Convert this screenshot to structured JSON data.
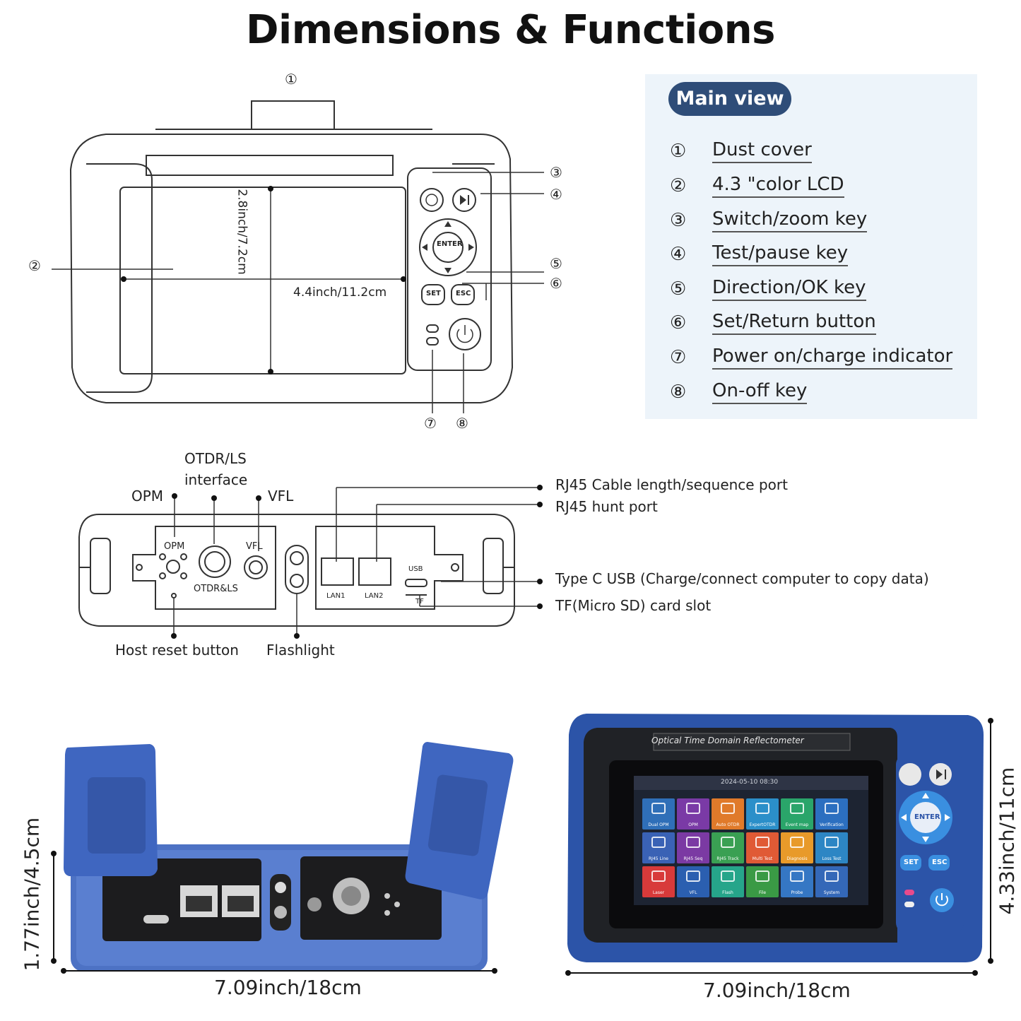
{
  "title": "Dimensions & Functions",
  "main_view": {
    "badge": "Main view",
    "items": [
      {
        "num": "①",
        "label": "Dust cover"
      },
      {
        "num": "②",
        "label": "4.3 \"color LCD"
      },
      {
        "num": "③",
        "label": "Switch/zoom key"
      },
      {
        "num": "④",
        "label": "Test/pause key"
      },
      {
        "num": "⑤",
        "label": "Direction/OK key"
      },
      {
        "num": "⑥",
        "label": "Set/Return button"
      },
      {
        "num": "⑦",
        "label": "Power on/charge indicator"
      },
      {
        "num": "⑧",
        "label": "On-off key"
      }
    ]
  },
  "front_diagram": {
    "callouts": [
      "①",
      "②",
      "③",
      "④",
      "⑤",
      "⑥",
      "⑦",
      "⑧"
    ],
    "height_dim": "2.8inch/7.2cm",
    "width_dim": "4.4inch/11.2cm",
    "keys": {
      "enter": "ENTER",
      "set": "SET",
      "esc": "ESC"
    }
  },
  "ports_diagram": {
    "opm": "OPM",
    "otdr_ls_line1": "OTDR/LS",
    "otdr_ls_line2": "interface",
    "vfl": "VFL",
    "rj45_length": "RJ45 Cable length/sequence port",
    "rj45_hunt": "RJ45 hunt port",
    "type_c": "Type C USB (Charge/connect computer to copy data)",
    "tf_slot": "TF(Micro SD) card slot",
    "host_reset": "Host reset button",
    "flashlight": "Flashlight",
    "inner": {
      "opm": "OPM",
      "otdr_ls": "OTDR&LS",
      "vfl": "VFL",
      "usb": "USB",
      "tf": "TF",
      "lan1": "LAN1",
      "lan2": "LAN2"
    }
  },
  "photo_top": {
    "height_dim": "1.77inch/4.5cm",
    "width_dim": "7.09inch/18cm"
  },
  "photo_front": {
    "height_dim": "4.33inch/11cm",
    "width_dim": "7.09inch/18cm",
    "brand_text": "Optical Time Domain Reflectometer",
    "status_bar": "2024-05-10   08:30",
    "keys": {
      "enter": "ENTER",
      "set": "SET",
      "esc": "ESC"
    },
    "apps": [
      {
        "icon": "10G",
        "label": "Dual OPM",
        "color": "#2f6fb8"
      },
      {
        "icon": "OPM",
        "label": "OPM",
        "color": "#7a3aa6"
      },
      {
        "icon": "otdr",
        "label": "Auto OTDR",
        "color": "#e07a2a"
      },
      {
        "icon": "expert",
        "label": "ExpertOTDR",
        "color": "#2b8fc9"
      },
      {
        "icon": "event",
        "label": "Event map",
        "color": "#2aa56a"
      },
      {
        "icon": "verify",
        "label": "Verification",
        "color": "#2c6fc0"
      },
      {
        "icon": "rj45",
        "label": "RJ45 Line",
        "color": "#3a62b5"
      },
      {
        "icon": "rj45",
        "label": "RJ45 Seq",
        "color": "#7b3aa3"
      },
      {
        "icon": "track",
        "label": "RJ45 Track",
        "color": "#3aa053"
      },
      {
        "icon": "multi",
        "label": "Multi Test",
        "color": "#e05a35"
      },
      {
        "icon": "diag",
        "label": "Diagnosis",
        "color": "#e89a2a"
      },
      {
        "icon": "loss",
        "label": "Loss Test",
        "color": "#2d86c4"
      },
      {
        "icon": "laser",
        "label": "Laser",
        "color": "#d83a3a"
      },
      {
        "icon": "vfl",
        "label": "VFL",
        "color": "#2b5fb0"
      },
      {
        "icon": "flash",
        "label": "Flash",
        "color": "#26a58a"
      },
      {
        "icon": "file",
        "label": "File",
        "color": "#3a9a45"
      },
      {
        "icon": "probe",
        "label": "Probe",
        "color": "#3577c4"
      },
      {
        "icon": "system",
        "label": "System",
        "color": "#3468b8"
      }
    ]
  }
}
